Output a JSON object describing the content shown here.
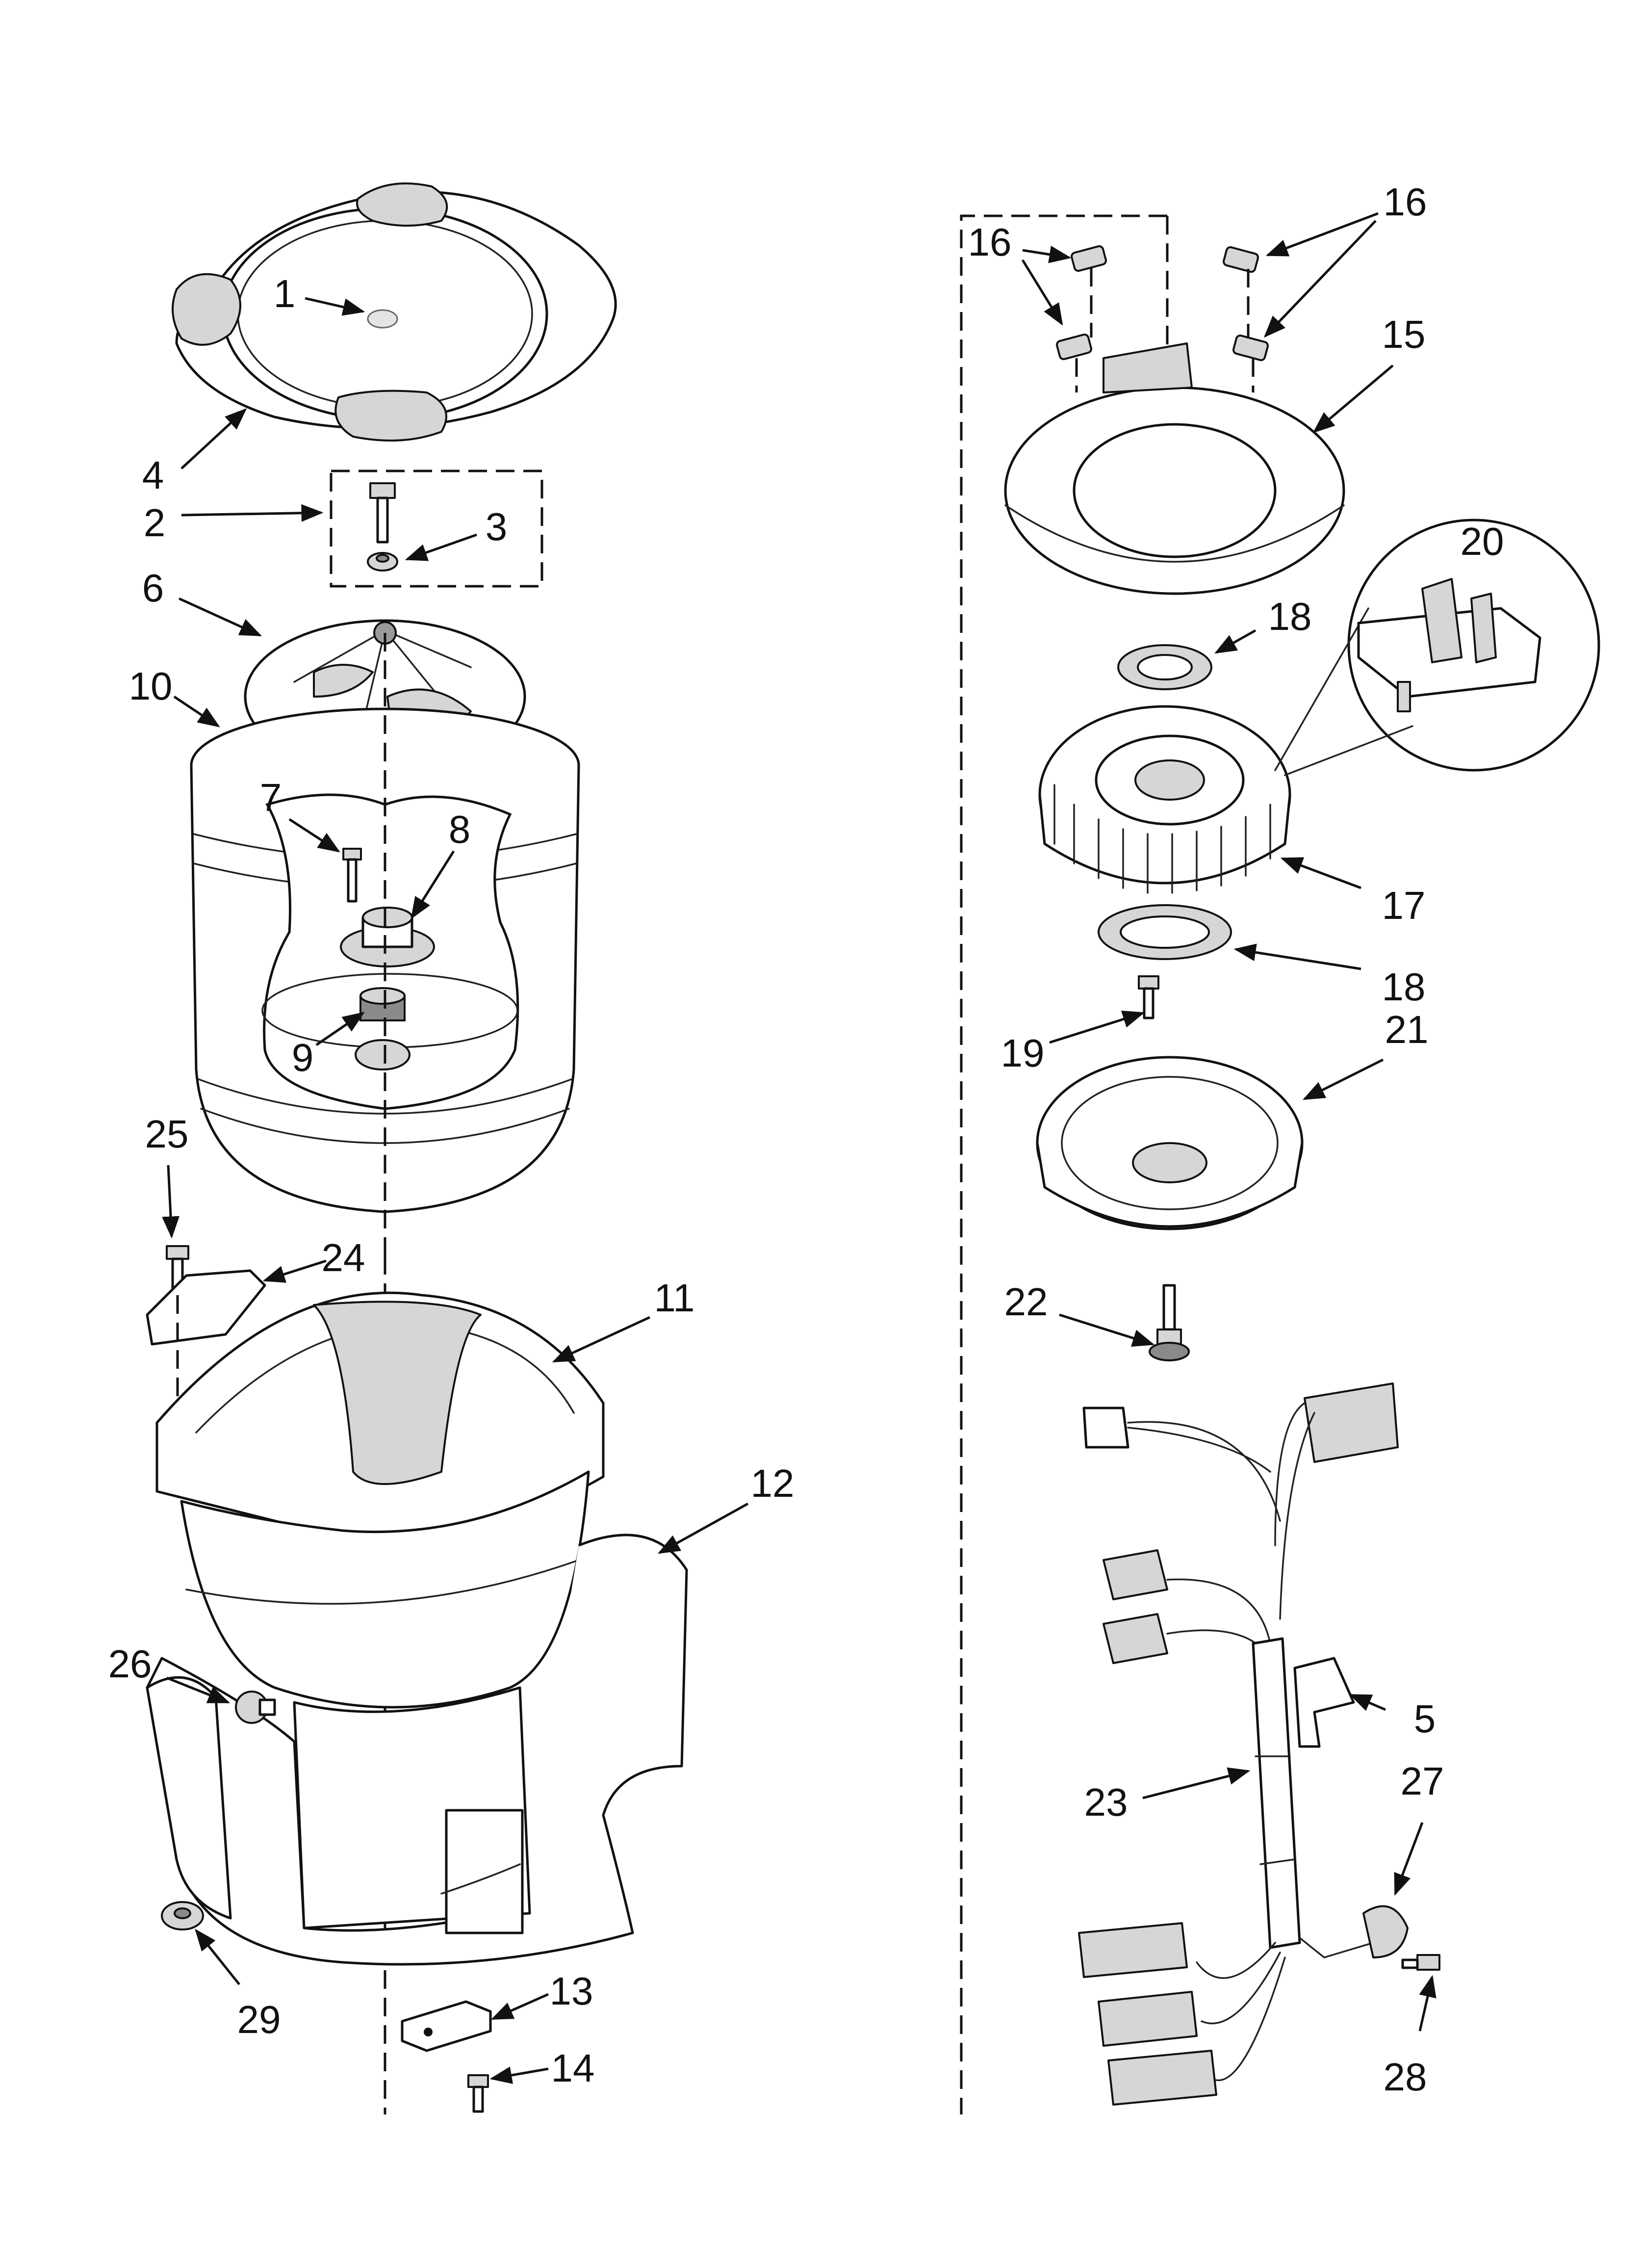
{
  "labels": {
    "p1": "1",
    "p2": "2",
    "p3": "3",
    "p4": "4",
    "p5": "5",
    "p6": "6",
    "p7": "7",
    "p8": "8",
    "p9": "9",
    "p10": "10",
    "p11": "11",
    "p12": "12",
    "p13": "13",
    "p14": "14",
    "p15": "15",
    "p16a": "16",
    "p16b": "16",
    "p17": "17",
    "p18a": "18",
    "p18b": "18",
    "p19": "19",
    "p20": "20",
    "p21": "21",
    "p22": "22",
    "p23": "23",
    "p24": "24",
    "p25": "25",
    "p26": "26",
    "p27": "27",
    "p28": "28",
    "p29": "29"
  }
}
